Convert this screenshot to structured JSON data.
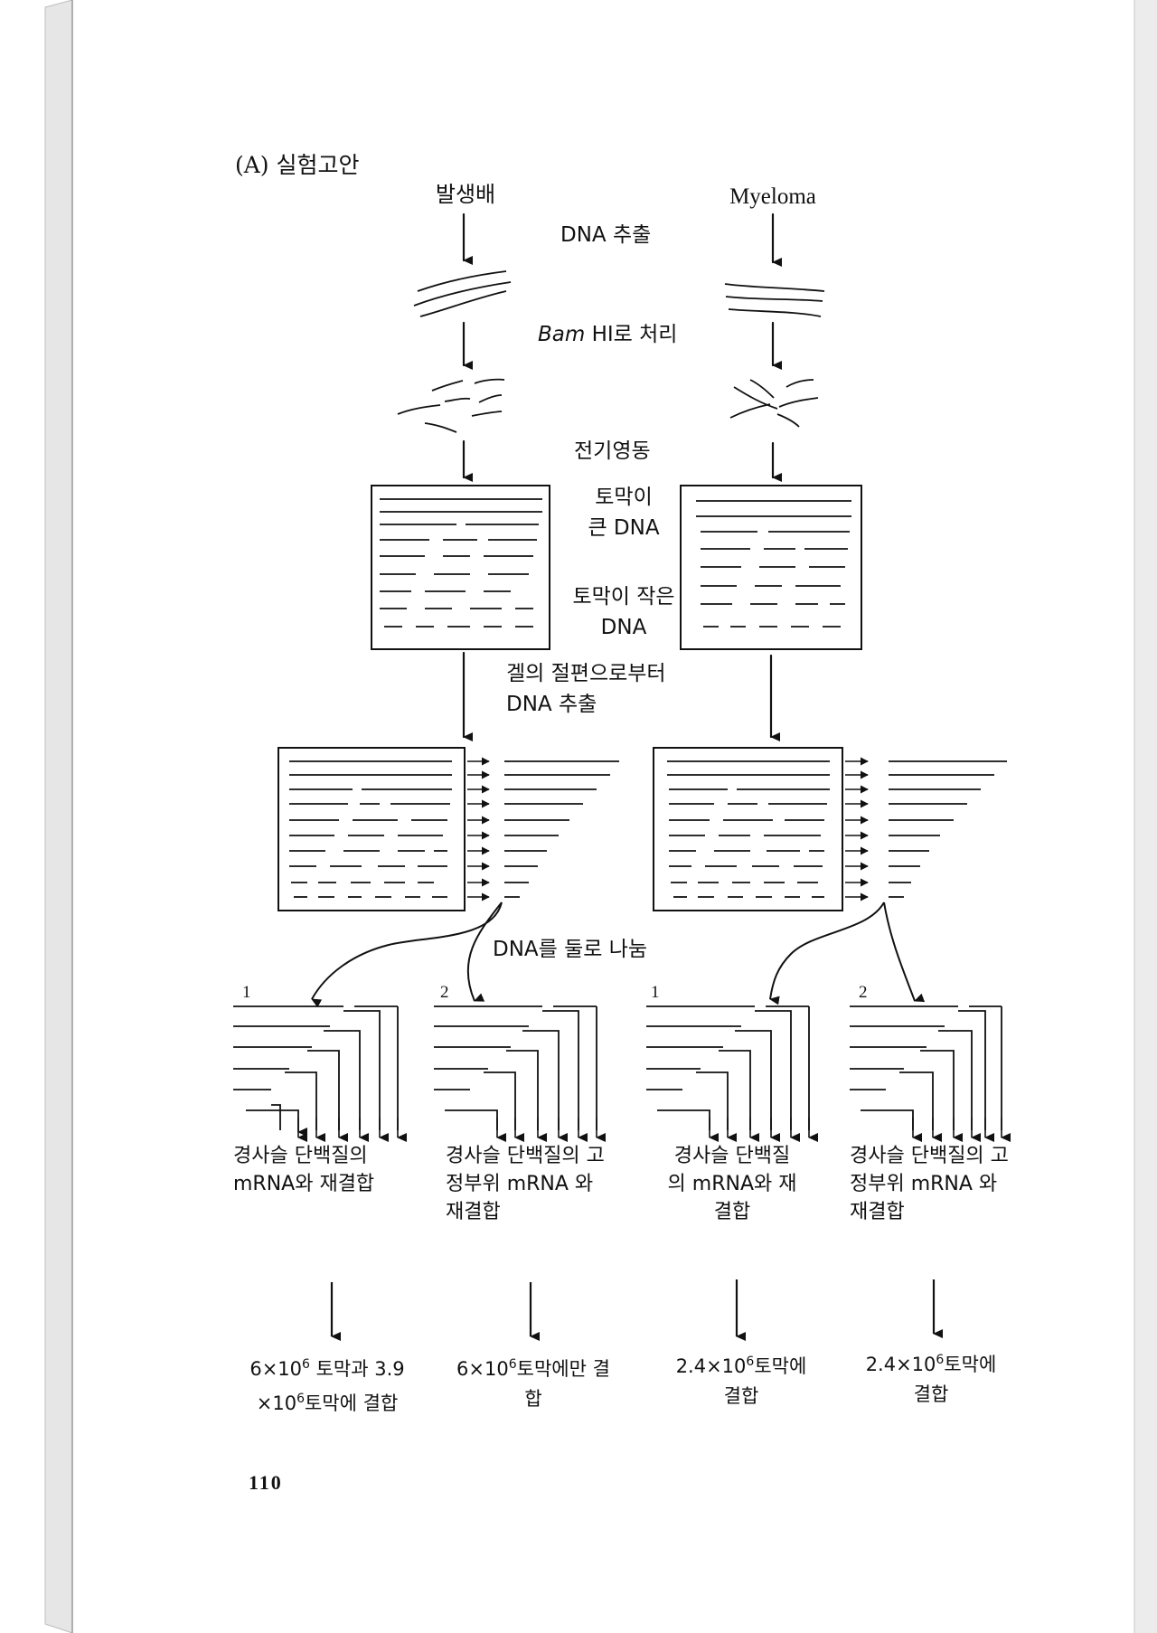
{
  "section_title": "(A) 실험고안",
  "sources": {
    "left": "발생배",
    "right": "Myeloma"
  },
  "steps": {
    "dna_extraction": "DNA 추출",
    "bam_enzyme": "Bam",
    "bam_rest": " HI로 처리",
    "electrophoresis": "전기영동",
    "gel_large_line1": "토막이",
    "gel_large_line2": "큰 DNA",
    "gel_small_line1": "토막이 작은",
    "gel_small_line2": "DNA",
    "gel_slice_extract": "겔의 절편으로부터 DNA 추출",
    "split_dna": "DNA를 둘로 나눔"
  },
  "groups": [
    {
      "number": "1",
      "hybridization": "경사슬 단백질의 mRNA와 재결합",
      "result_a": "6×10",
      "result_exp": "6",
      "result_b": " 토막과 3.9 ×10",
      "result_exp2": "6",
      "result_c": "토막에 결합"
    },
    {
      "number": "2",
      "hybridization": "경사슬 단백질의 고정부위 mRNA 와 재결합",
      "result_a": "6×10",
      "result_exp": "6",
      "result_b": "토막에만 결합"
    },
    {
      "number": "1",
      "hybridization": "경사슬 단백질 의 mRNA와 재결합",
      "result_a": "2.4×10",
      "result_exp": "6",
      "result_b": "토막에 결합"
    },
    {
      "number": "2",
      "hybridization": "경사슬 단백질의 고정부위 mRNA 와 재결합",
      "result_a": "2.4×10",
      "result_exp": "6",
      "result_b": "토막에 결합"
    }
  ],
  "page_number": "110"
}
